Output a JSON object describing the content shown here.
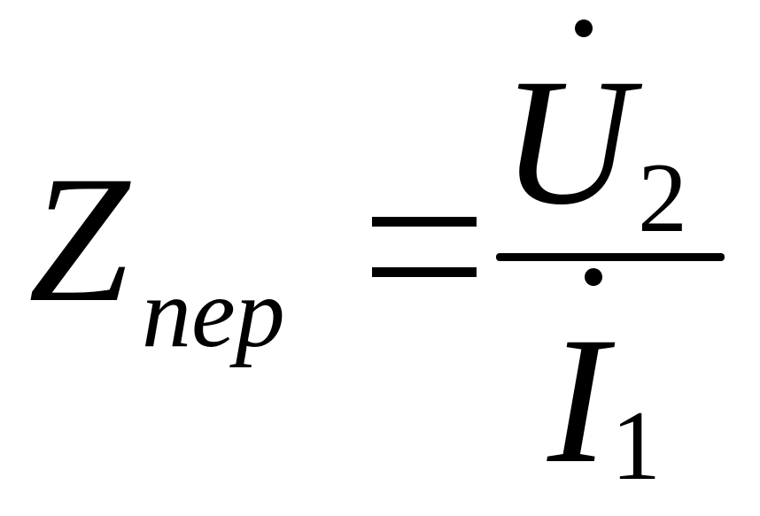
{
  "formula": {
    "lhs": {
      "symbol": "Z",
      "subscript": "пер"
    },
    "relation": "=",
    "numerator": {
      "symbol": "U",
      "accent": "dot",
      "subscript": "2"
    },
    "denominator": {
      "symbol": "I",
      "accent": "dot",
      "subscript": "1"
    }
  }
}
